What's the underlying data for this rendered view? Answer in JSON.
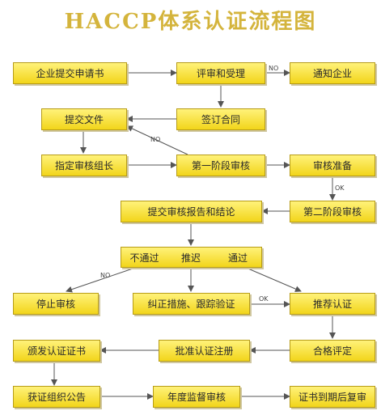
{
  "title": "HACCP体系认证流程图",
  "nodes": {
    "submit_application": "企业提交申请书",
    "review_accept": "评审和受理",
    "notify_enterprise": "通知企业",
    "submit_documents": "提交文件",
    "sign_contract": "签订合同",
    "assign_audit_team": "指定审核组长",
    "stage1_audit": "第一阶段审核",
    "audit_preparation": "审核准备",
    "submit_report": "提交审核报告和结论",
    "stage2_audit": "第二阶段审核",
    "result_fail": "不通过",
    "result_delay": "推迟",
    "result_pass": "通过",
    "stop_audit": "停止审核",
    "corrective_action": "纠正措施、跟踪验证",
    "recommend_cert": "推荐认证",
    "issue_certificate": "颁发认证证书",
    "approve_registration": "批准认证注册",
    "qualification_review": "合格评定",
    "publish_announcement": "获证组织公告",
    "annual_surveillance": "年度监督审核",
    "recertification": "证书到期后复审"
  },
  "edge_labels": {
    "no_1": "NO",
    "no_2": "NO",
    "ok_1": "OK",
    "no_3": "NO",
    "ok_2": "OK"
  },
  "colors": {
    "title": "#d4b43c",
    "box_fill_top": "#fff27a",
    "box_fill_bottom": "#f2d51a",
    "border": "#b79c16",
    "line": "#555555"
  }
}
